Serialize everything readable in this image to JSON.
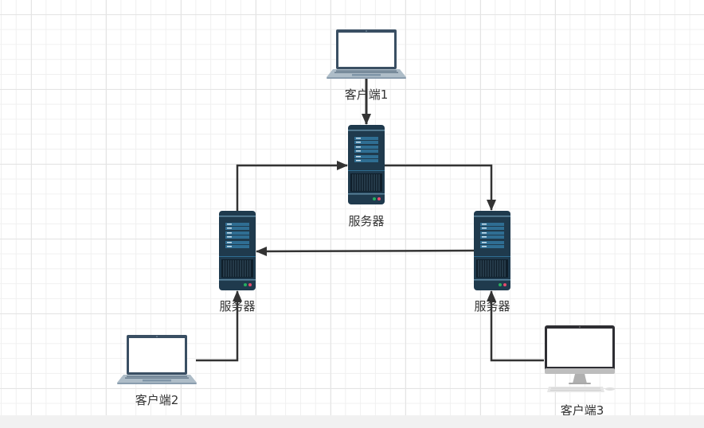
{
  "diagram": {
    "type": "network-topology",
    "colors": {
      "edge": "#333333",
      "server_body": "#1f3a4d",
      "server_slot": "#2f6e93",
      "laptop_frame": "#3a4f63",
      "laptop_base": "#aebdc8",
      "desktop_frame": "#2e2e33",
      "desktop_stand": "#b5b5b5",
      "led_green": "#27ae60",
      "led_red": "#e74c6c"
    },
    "nodes": [
      {
        "id": "client1",
        "kind": "laptop",
        "label": "客户端1"
      },
      {
        "id": "server_top",
        "kind": "server",
        "label": "服务器"
      },
      {
        "id": "server_left",
        "kind": "server",
        "label": "服务器"
      },
      {
        "id": "server_right",
        "kind": "server",
        "label": "服务器"
      },
      {
        "id": "client2",
        "kind": "laptop",
        "label": "客户端2"
      },
      {
        "id": "client3",
        "kind": "desktop",
        "label": "客户端3"
      }
    ],
    "edges": [
      {
        "from": "client1",
        "to": "server_top"
      },
      {
        "from": "server_left",
        "to": "server_top"
      },
      {
        "from": "server_top",
        "to": "server_right"
      },
      {
        "from": "server_right",
        "to": "server_left"
      },
      {
        "from": "client2",
        "to": "server_left"
      },
      {
        "from": "client3",
        "to": "server_right"
      }
    ]
  }
}
